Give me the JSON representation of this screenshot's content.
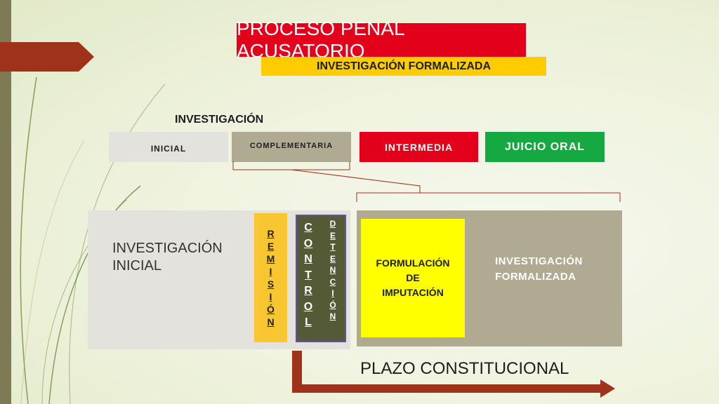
{
  "colors": {
    "red": "#e2001a",
    "yellow_banner": "#ffcc00",
    "green": "#16a941",
    "taupe": "#b0aa93",
    "light_grey": "#e4e2dc",
    "bright_yellow": "#ffff00",
    "olive": "#545a35",
    "arrow_brown": "#a0321c"
  },
  "header": {
    "title": "PROCESO PENAL ACUSATORIO",
    "subtitle": "INVESTIGACIÓN FORMALIZADA"
  },
  "phases": {
    "heading": "INVESTIGACIÓN",
    "inicial": "INICIAL",
    "complementaria": "COMPLEMENTARIA",
    "intermedia": "INTERMEDIA",
    "juicio_oral": "JUICIO ORAL"
  },
  "detail": {
    "investigacion_inicial": "INVESTIGACIÓN INICIAL",
    "remision": [
      "R",
      "E",
      "M",
      "I",
      "S",
      "I",
      "Ó",
      "N"
    ],
    "control": [
      "C",
      "O",
      "N",
      "T",
      "R",
      "O",
      "L"
    ],
    "detencion": [
      "D",
      "E",
      "T",
      "E",
      "N",
      "C",
      "I",
      "Ó",
      "N"
    ],
    "formulacion": [
      "FORMULACIÓN",
      "DE",
      "IMPUTACIÓN"
    ],
    "investigacion_formalizada": [
      "INVESTIGACIÓN",
      "FORMALIZADA"
    ]
  },
  "timeline": {
    "plazo": "PLAZO CONSTITUCIONAL"
  },
  "icons": {
    "side_tab": "right-pointing-tab-icon",
    "plazo_arrow": "elbow-arrow-right-icon"
  }
}
